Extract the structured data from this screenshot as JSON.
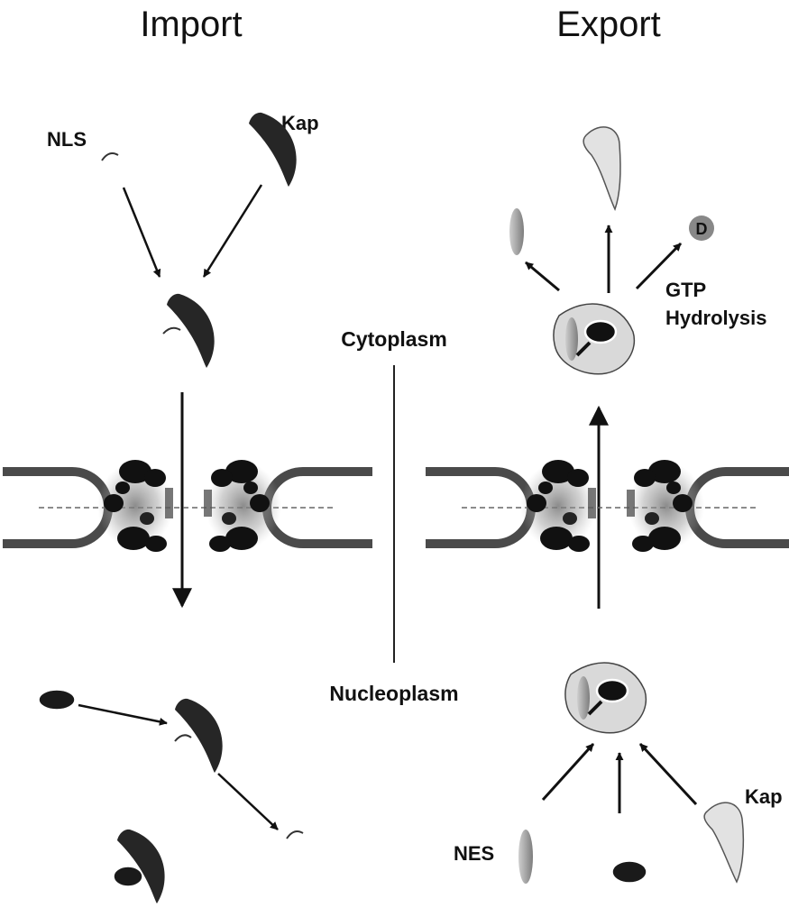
{
  "headings": {
    "import": "Import",
    "export": "Export"
  },
  "import_labels": {
    "nls": "NLS",
    "kap": "Kap"
  },
  "export_labels": {
    "gtp_line1": "GTP",
    "gtp_line2": "Hydrolysis",
    "nes": "NES",
    "kap": "Kap"
  },
  "compartments": {
    "top": "Cytoplasm",
    "bottom": "Nucleoplasm"
  },
  "colors": {
    "membrane": "#4a4a4a",
    "kap_import": "#262626",
    "kap_export": "#d6d6d6",
    "ran": "#1a1a1a",
    "nes": "#9a9a9a",
    "arrow": "#111111"
  }
}
